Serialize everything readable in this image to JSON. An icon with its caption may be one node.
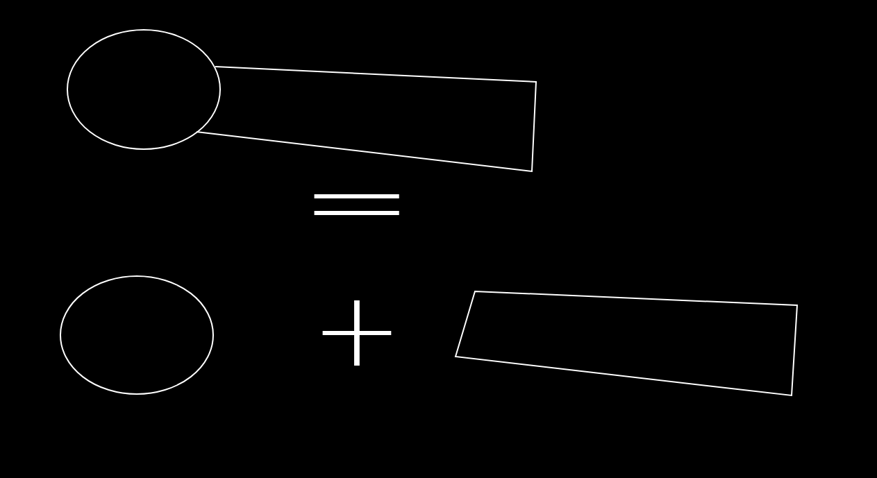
{
  "diagram": {
    "nodes": [
      {
        "text": [],
        "shape": "circle"
      },
      {
        "text": [],
        "shape": "bar"
      },
      {
        "text": [],
        "shape": "circle"
      },
      {
        "text": [],
        "shape": "bar"
      }
    ],
    "labels": [
      "=",
      "+"
    ]
  }
}
